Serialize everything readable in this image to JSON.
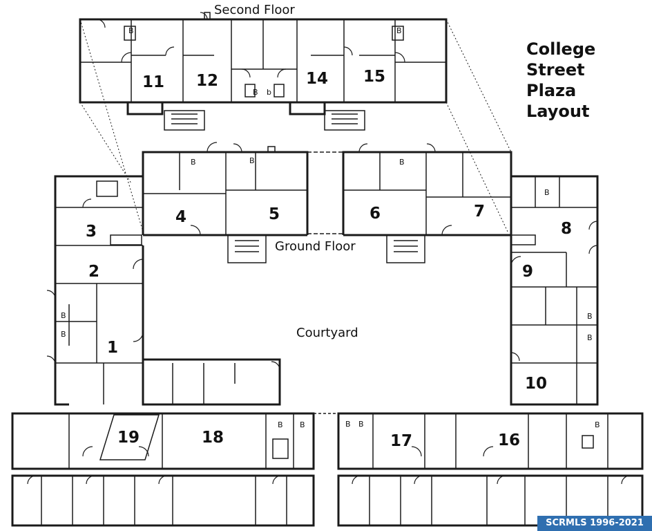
{
  "title_lines": [
    "College",
    "Street",
    "Plaza",
    "Layout"
  ],
  "floor_labels": {
    "second": "Second Floor",
    "ground": "Ground Floor"
  },
  "area_labels": {
    "courtyard": "Courtyard"
  },
  "units": [
    "1",
    "2",
    "3",
    "4",
    "5",
    "6",
    "7",
    "8",
    "9",
    "10",
    "11",
    "12",
    "14",
    "15",
    "16",
    "17",
    "18",
    "19"
  ],
  "bathroom_marker": "B",
  "small_marker": "b",
  "credit": "SCRMLS 1996-2021"
}
